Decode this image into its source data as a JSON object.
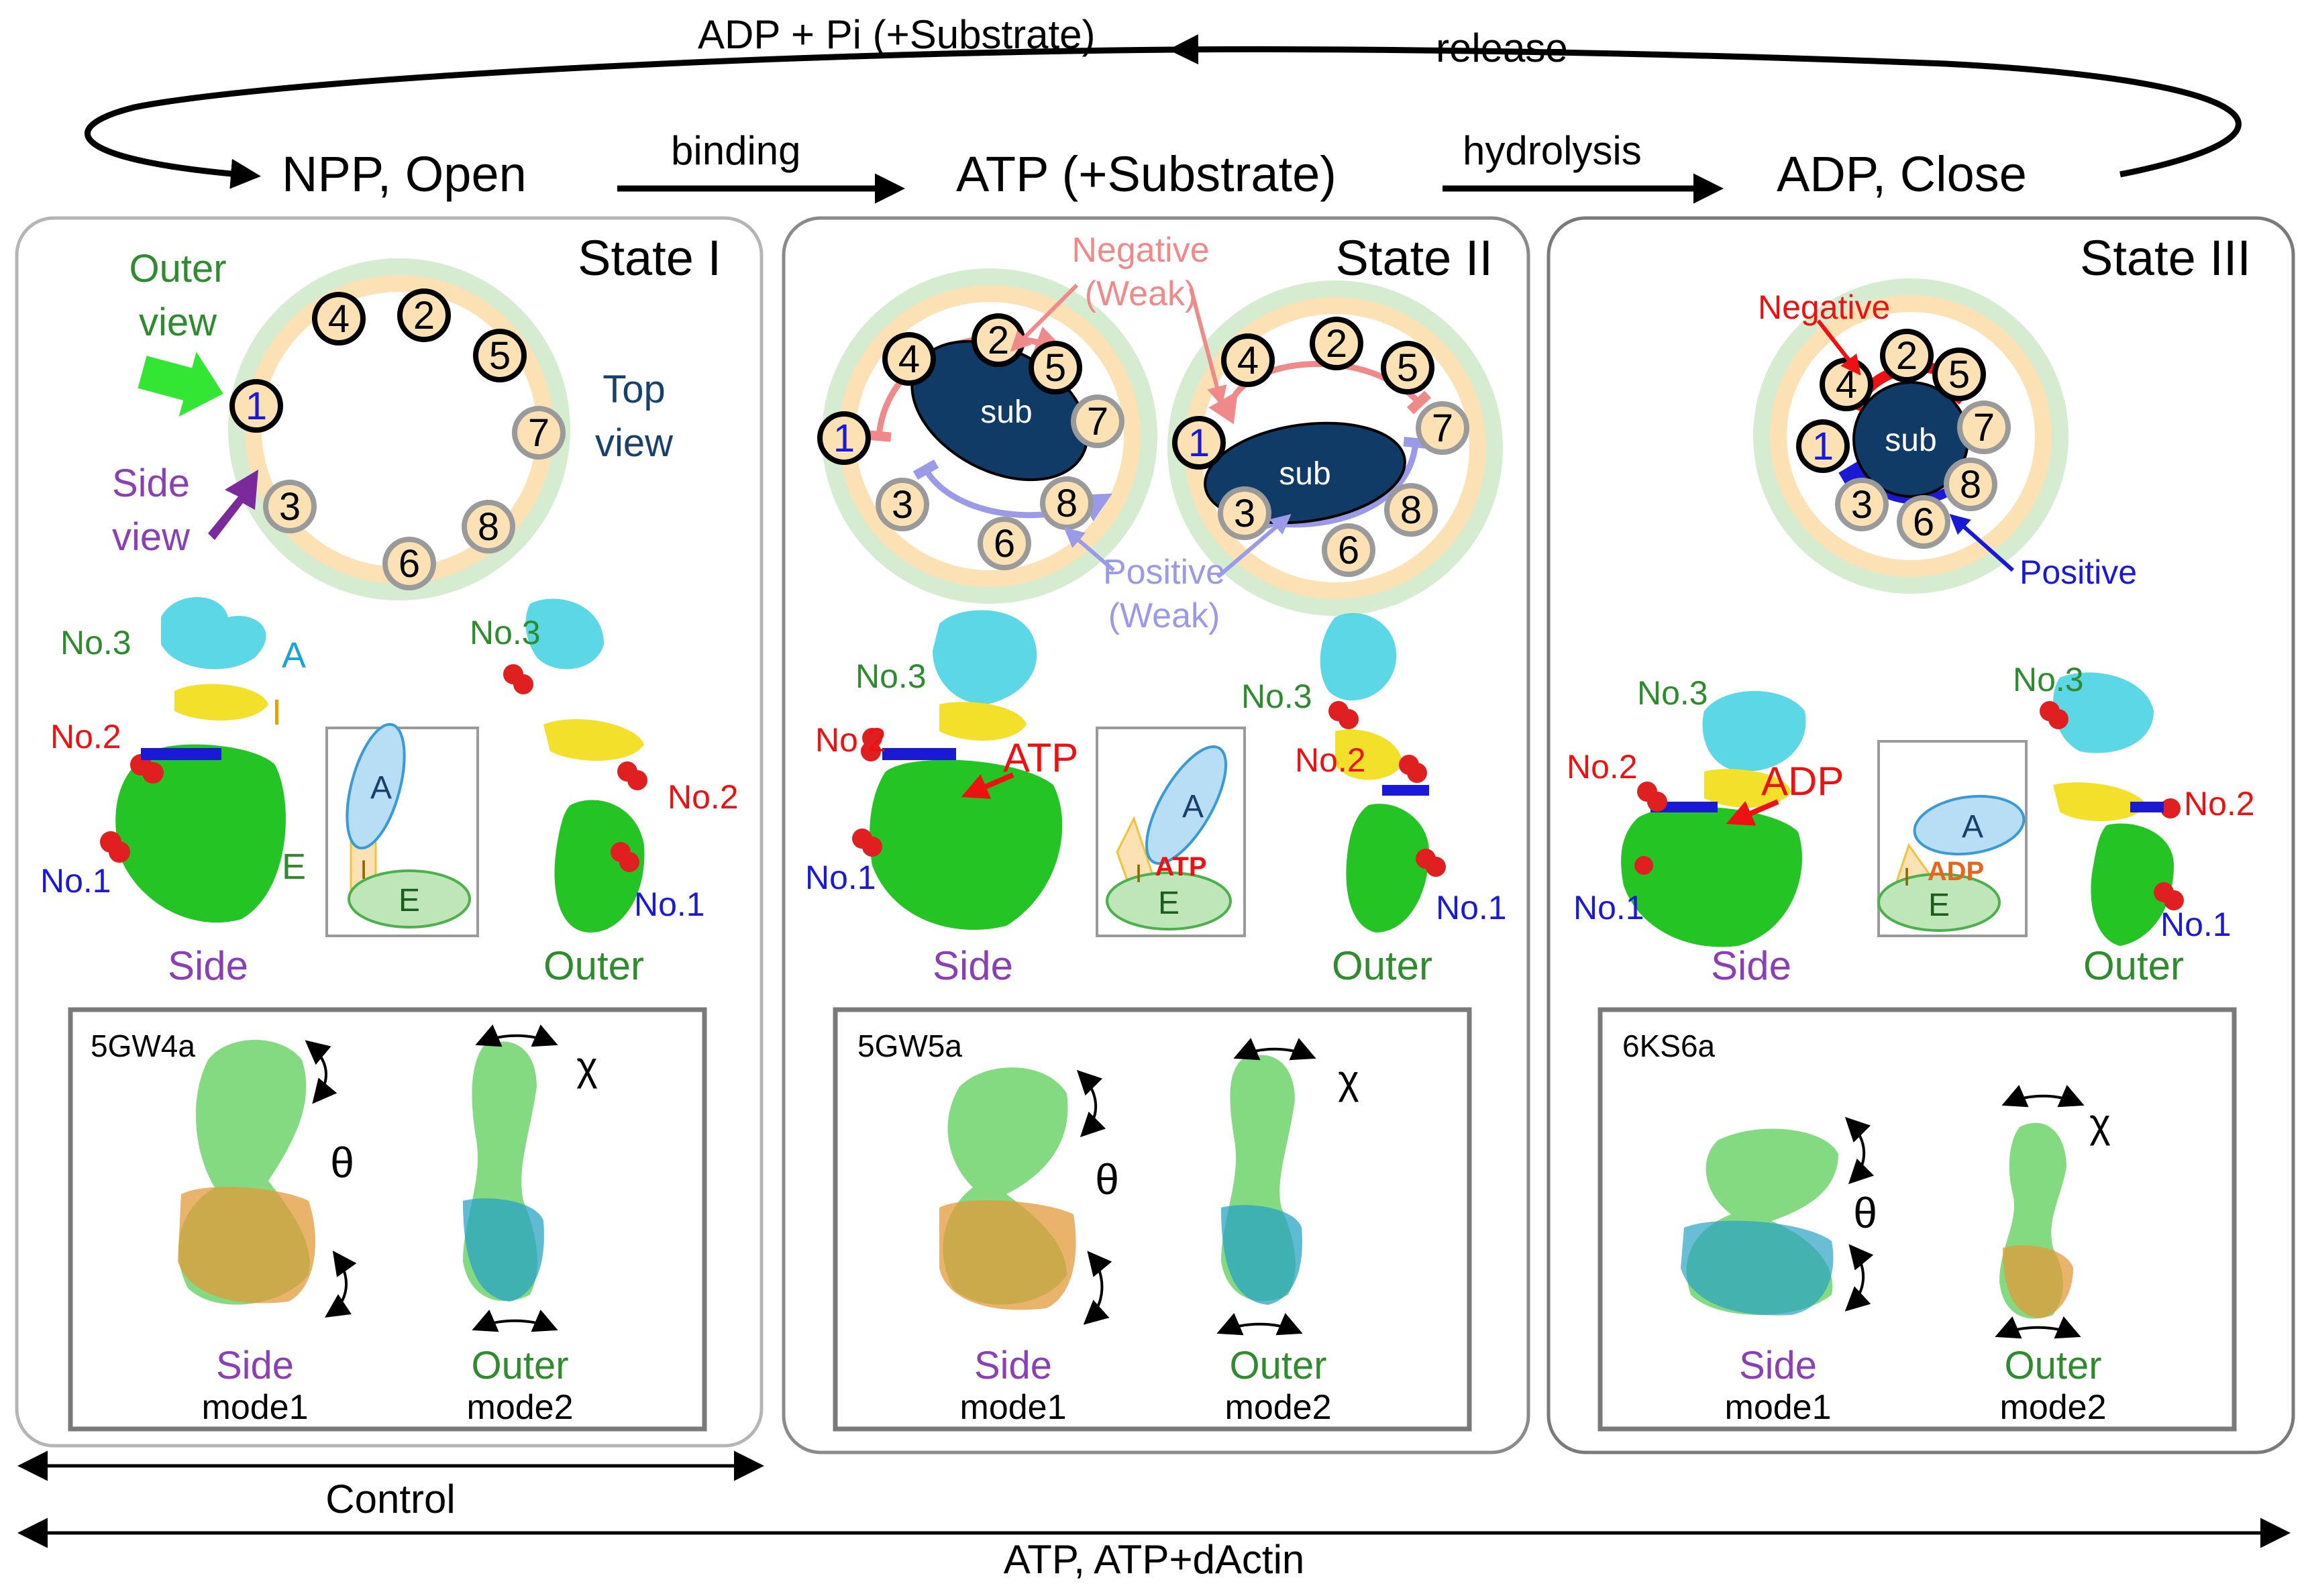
{
  "cycle": {
    "release_product": "ADP + Pi (+Substrate)",
    "release_label": "release",
    "state1_name": "NPP, Open",
    "binding_label": "binding",
    "state2_name": "ATP (+Substrate)",
    "hydrolysis_label": "hydrolysis",
    "state3_name": "ADP, Close"
  },
  "panels": [
    {
      "title": "State I",
      "outer_view_l1": "Outer",
      "outer_view_l2": "view",
      "top_view_l1": "Top",
      "top_view_l2": "view",
      "side_view_l1": "Side",
      "side_view_l2": "view",
      "ring_numbers": [
        "4",
        "2",
        "5",
        "1",
        "7",
        "3",
        "6",
        "8"
      ],
      "struct_labels": {
        "no3a": "No.3",
        "a": "A",
        "no2a": "No.2",
        "i": "I",
        "e": "E",
        "no1a": "No.1",
        "no3b": "No.3",
        "no2b": "No.2",
        "no1b": "No.1"
      },
      "domain_letters": {
        "a": "A",
        "i": "I",
        "e": "E"
      },
      "side_label": "Side",
      "outer_label": "Outer",
      "pdb": "5GW4a",
      "theta": "θ",
      "chi": "χ",
      "mode1_a": "Side",
      "mode1_b": "mode1",
      "mode2_a": "Outer",
      "mode2_b": "mode2"
    },
    {
      "title": "State II",
      "negative_weak_l1": "Negative",
      "negative_weak_l2": "(Weak)",
      "positive_weak_l1": "Positive",
      "positive_weak_l2": "(Weak)",
      "sub": "sub",
      "ring_numbers": [
        "2",
        "4",
        "5",
        "1",
        "7",
        "3",
        "8",
        "6"
      ],
      "struct_labels": {
        "no3a": "No.3",
        "no2a": "No.2",
        "atp": "ATP",
        "no1a": "No.1",
        "no3b": "No.3",
        "no2b": "No.2",
        "no1b": "No.1"
      },
      "domain_letters": {
        "a": "A",
        "i": "I",
        "e": "E",
        "nucleotide": "ATP"
      },
      "side_label": "Side",
      "outer_label": "Outer",
      "pdb": "5GW5a",
      "theta": "θ",
      "chi": "χ",
      "mode1_a": "Side",
      "mode1_b": "mode1",
      "mode2_a": "Outer",
      "mode2_b": "mode2"
    },
    {
      "title": "State III",
      "negative": "Negative",
      "positive": "Positive",
      "sub": "sub",
      "ring_numbers": [
        "2",
        "4",
        "5",
        "1",
        "7",
        "8",
        "3",
        "6"
      ],
      "struct_labels": {
        "no3a": "No.3",
        "no2a": "No.2",
        "adp": "ADP",
        "no1a": "No.1",
        "no3b": "No.3",
        "no2b": "No.2",
        "no1b": "No.1"
      },
      "domain_letters": {
        "a": "A",
        "i": "I",
        "e": "E",
        "nucleotide": "ADP"
      },
      "side_label": "Side",
      "outer_label": "Outer",
      "pdb": "6KS6a",
      "theta": "θ",
      "chi": "χ",
      "mode1_a": "Side",
      "mode1_b": "mode1",
      "mode2_a": "Outer",
      "mode2_b": "mode2"
    }
  ],
  "bottom": {
    "control": "Control",
    "atp": "ATP, ATP+dActin"
  },
  "colors": {
    "green_text": "#2e8b2e",
    "purple_text": "#8a3fb5",
    "navy": "#17406d",
    "red": "#ee1111",
    "blue": "#1a1ad6",
    "pink": "#f08a8a",
    "lavender": "#9a9ae8",
    "ring_green": "#d5ecd0",
    "ring_orange": "#fbe1b3",
    "sub_fill": "#0f3b66"
  }
}
